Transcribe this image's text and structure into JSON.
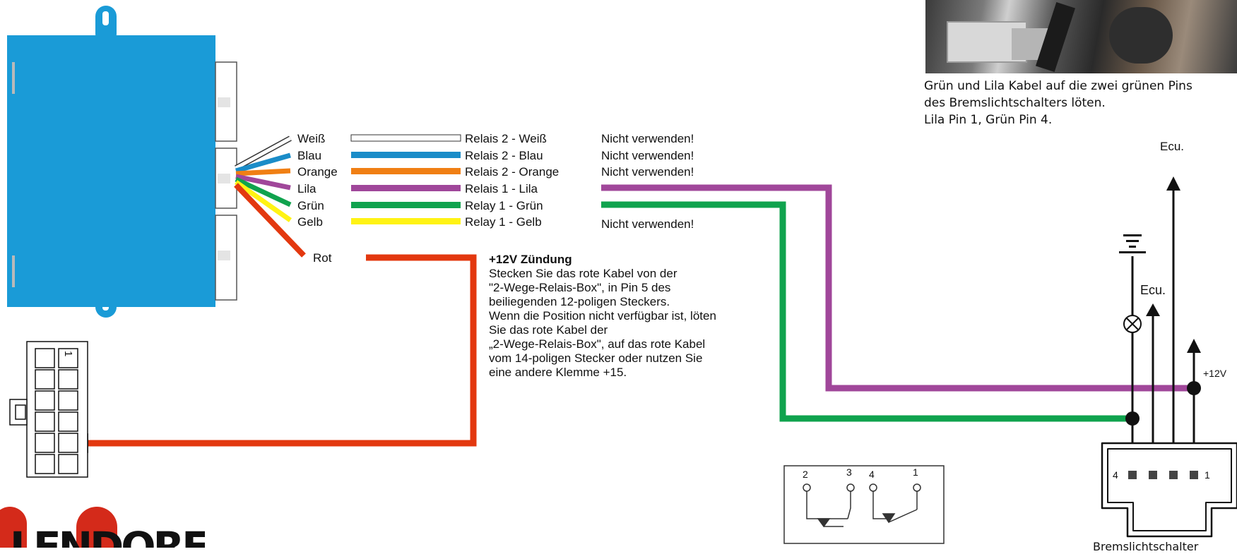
{
  "colors": {
    "box_blue": "#1a9bd7",
    "box_border": "#2f8fc7",
    "white_wire": "#ffffff",
    "blue_wire": "#1a8cc8",
    "orange_wire": "#f07f14",
    "purple_wire": "#a0479a",
    "green_wire": "#10a34e",
    "yellow_wire": "#fff314",
    "red_wire": "#e3380f"
  },
  "wires": [
    {
      "label": "Weiß",
      "relay": "Relais 2 - Weiß",
      "note": "Nicht verwenden!",
      "color": "#ffffff"
    },
    {
      "label": "Blau",
      "relay": "Relais 2 - Blau",
      "note": "Nicht verwenden!",
      "color": "#1a8cc8"
    },
    {
      "label": "Orange",
      "relay": "Relais 2 - Orange",
      "note": "Nicht verwenden!",
      "color": "#f07f14"
    },
    {
      "label": "Lila",
      "relay": "Relais 1 - Lila",
      "note": "",
      "color": "#a0479a"
    },
    {
      "label": "Grün",
      "relay": "Relay 1 - Grün",
      "note": "",
      "color": "#10a34e"
    },
    {
      "label": "Gelb",
      "relay": "Relay 1 - Gelb",
      "note": "Nicht verwenden!",
      "color": "#fff314"
    }
  ],
  "red_wire_label": "Rot",
  "ignition_note": {
    "title": "+12V Zündung",
    "body": "Stecken Sie das rote Kabel von der\n\"2-Wege-Relais-Box\", in Pin 5 des\nbeiliegenden 12-poligen Steckers.\nWenn die Position nicht verfügbar ist, löten\nSie das rote Kabel der\n„2-Wege-Relais-Box\", auf das rote Kabel\nvom 14-poligen Stecker oder nutzen Sie\neine andere Klemme +15."
  },
  "photo_caption": [
    "Grün und Lila Kabel auf die zwei grünen Pins",
    "des Bremslichtschalters löten.",
    "Lila Pin 1, Grün Pin 4."
  ],
  "connector_12pin": {
    "pin_label": "1"
  },
  "switch_diagram": {
    "pins": [
      "2",
      "3",
      "4",
      "1"
    ]
  },
  "brake_switch": {
    "ecu_top": "Ecu.",
    "ecu_mid": "Ecu.",
    "plus12v": "+12V",
    "pin_left": "4",
    "pin_right": "1",
    "label": "Bremslichtschalter"
  },
  "logo": {
    "text": "LENDORF"
  }
}
